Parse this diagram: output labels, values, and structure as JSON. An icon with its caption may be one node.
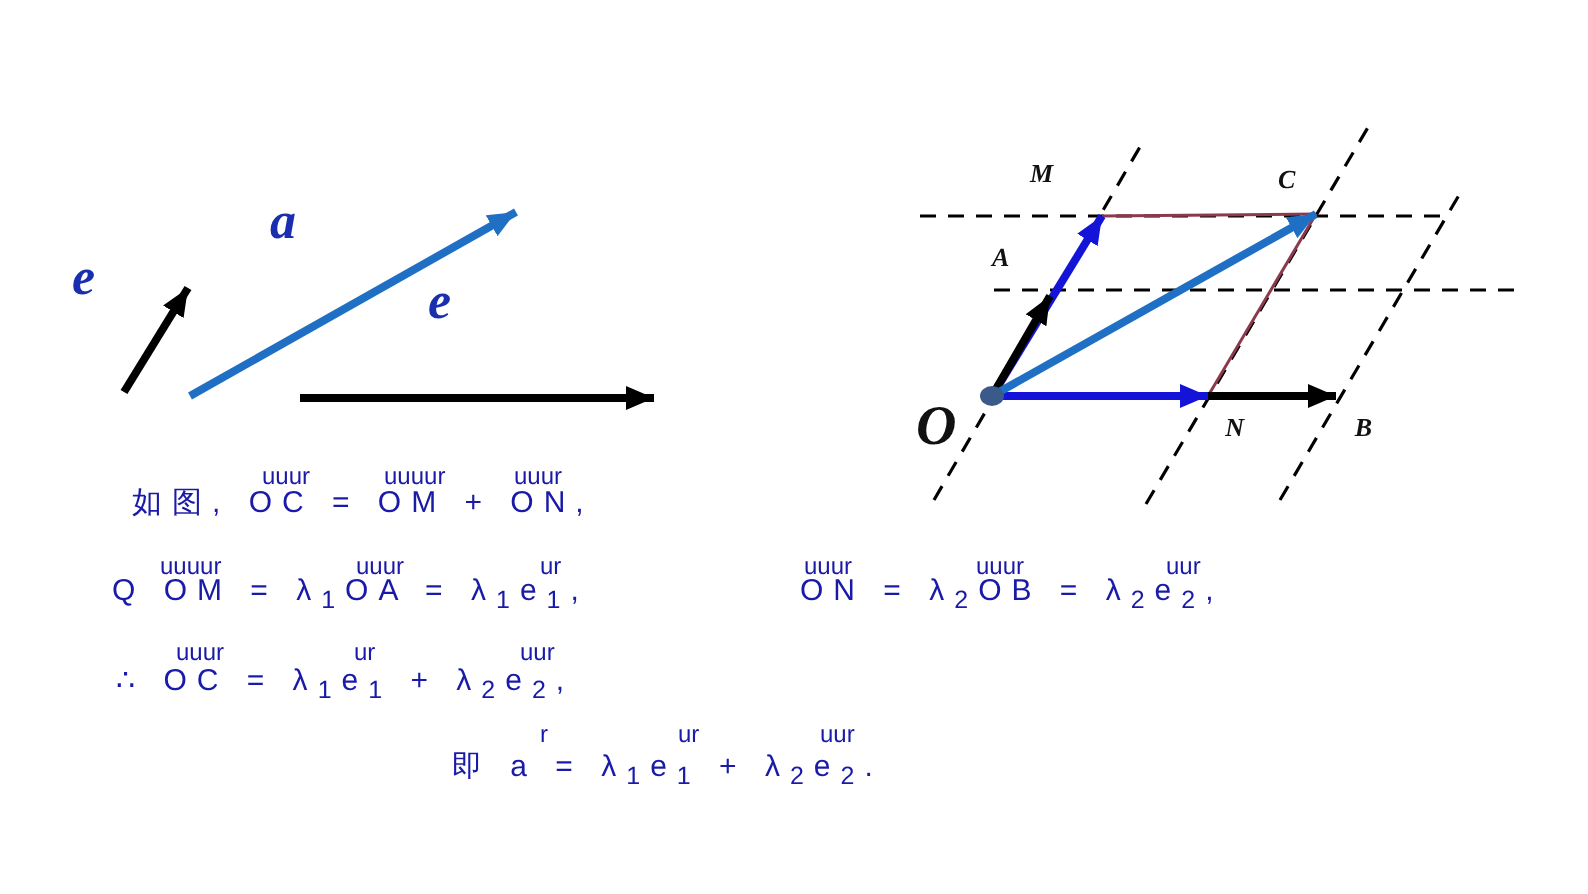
{
  "diagram": {
    "nodes": [
      {
        "text": [
          "O"
        ]
      },
      {
        "text": [
          "A"
        ]
      },
      {
        "text": [
          "M"
        ]
      },
      {
        "text": [
          "C"
        ]
      },
      {
        "text": [
          "N"
        ]
      },
      {
        "text": [
          "B"
        ]
      }
    ],
    "edges": [
      {
        "from": 0,
        "to": 2,
        "arrow": "to",
        "color": "#1414d8"
      },
      {
        "from": 0,
        "to": 1,
        "arrow": "to",
        "color": "#000000"
      },
      {
        "from": 0,
        "to": 5,
        "arrow": "to",
        "color": "#000000"
      },
      {
        "from": 0,
        "to": 4,
        "arrow": "to",
        "color": "#1414d8"
      },
      {
        "from": 0,
        "to": 3,
        "arrow": "to",
        "color": "#1f6fc4"
      },
      {
        "from": 2,
        "to": 3,
        "arrow": "none",
        "color": "#8b3a4e"
      },
      {
        "from": 4,
        "to": 3,
        "arrow": "none",
        "color": "#8b3a4e"
      }
    ],
    "labels": [
      "a",
      "e",
      "e",
      "uuur",
      "uuuur",
      "uuur",
      "如图, OC = OM + ON,",
      "uuuur",
      "uuur",
      "ur",
      "uuur",
      "uuur",
      "uur",
      "Q OM = λ$_{1}$OA = λ$_{1}$e$_{1}$,",
      "ON = λ$_{2}$OB = λ$_{2}$e$_{2}$,",
      "uuur",
      "ur",
      "uur",
      "∴ OC = λ$_{1}$e$_{1}$ + λ$_{2}$e$_{2}$,",
      "r",
      "ur",
      "uur",
      "即 a = λ$_{1}$e$_{1}$ + λ$_{2}$e$_{2}$."
    ]
  }
}
